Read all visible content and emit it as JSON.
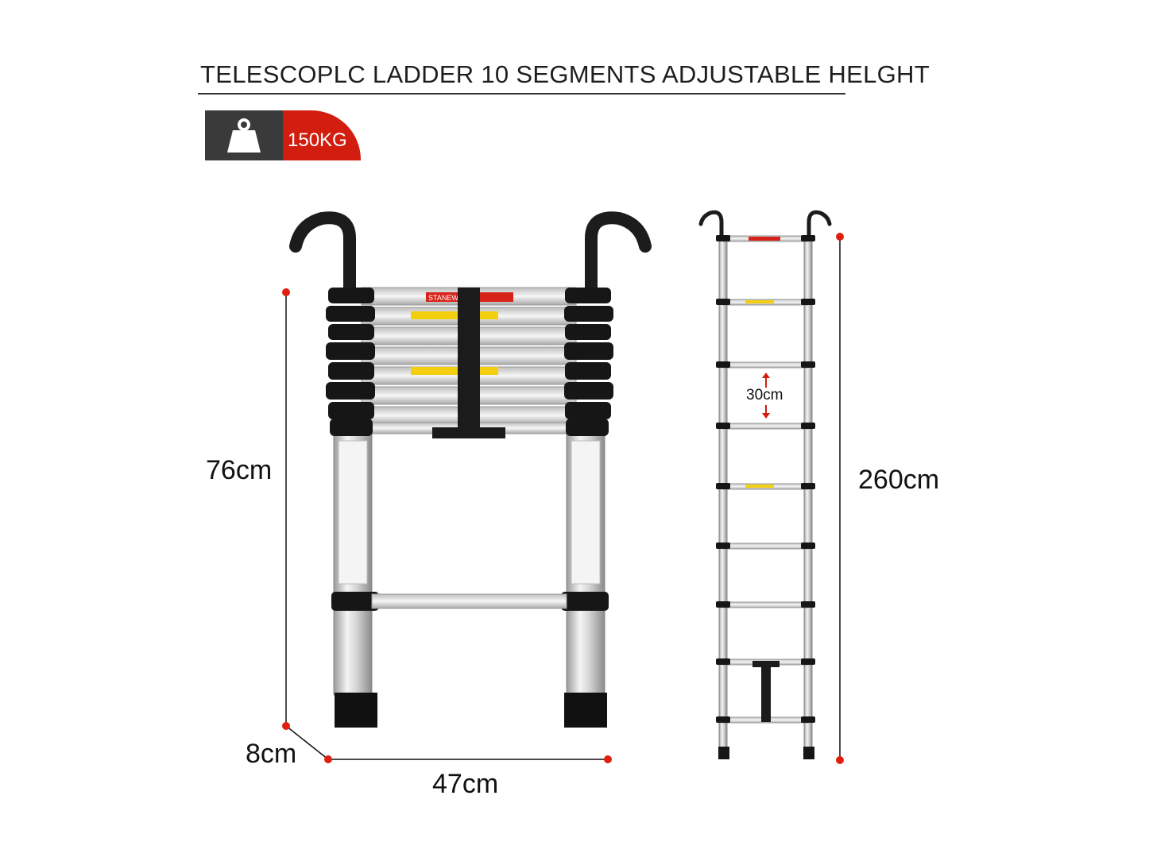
{
  "title": "TELESCOPLC LADDER 10 SEGMENTS ADJUSTABLE HELGHT",
  "badge": {
    "icon": "weight-icon",
    "load": "150KG",
    "colors": {
      "dark": "#3a3a3a",
      "accent": "#d21d0f"
    }
  },
  "dimensions": {
    "folded_height": "76cm",
    "depth": "8cm",
    "width": "47cm",
    "step_spacing": "30cm",
    "extended_height": "260cm"
  },
  "ladder_labels": {
    "brand": "STANEW"
  },
  "colors": {
    "marker": "#e0200f",
    "aluminium": "#d8d8d8",
    "rubber": "#111111"
  }
}
